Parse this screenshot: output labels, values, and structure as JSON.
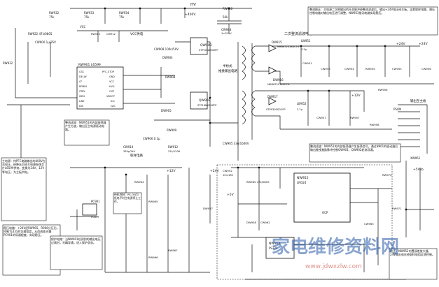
{
  "top_rail": {
    "hv": "HV",
    "plus400": "+400V",
    "r932": "RW932",
    "r932v": "75k",
    "r933": "RW933",
    "r933v": "75k",
    "r934": "RW934",
    "r934v": "75k",
    "r950": "RW950",
    "r950v": "56k",
    "cw944": "CW944",
    "cw944v": "1nF/1kV",
    "vdd": "VCC",
    "r913": "RW913",
    "cw912": "CW912",
    "vcc_line": "VCC供电",
    "cw900": "CW900 1μ/35V",
    "r922": "RW922 47k/0805",
    "r932b": "RW932"
  },
  "ic": {
    "name": "NW901 L6599",
    "pins": [
      "CSS",
      "DELAY",
      "CF",
      "RFMIN",
      "STBY",
      "ISEN",
      "LINE",
      "DIS",
      "PFC_STOP",
      "GND",
      "VCC",
      "HVG",
      "OUT",
      "VBOOT",
      "N.C",
      "LVG"
    ]
  },
  "bridge": {
    "q901": "QW901",
    "q901p": "STP10NK50ZFP",
    "q902": "QW902",
    "q902p": "STF16NK50ZFP",
    "half_label": "半桥式",
    "half_label2": "推挽输出电路",
    "dw904": "DW904",
    "dw905": "DW905",
    "r908": "RW908",
    "r909": "RW909",
    "cw908": "CW908 100n/50V",
    "cw906": "CW906 0.1μ",
    "cw905": "CW905 33n/1600V",
    "r912": "RW912",
    "r912v": "22k/1206",
    "cw914": "CW914",
    "cw914v": "330p/2kV",
    "sample": "取样电路"
  },
  "secondary": {
    "title": "二次整流滤波电路",
    "dw915": "DW915",
    "dw915p": "MBR8T20180CTG",
    "dw916": "DW916",
    "dw916p": "MBR8T20180CTG",
    "dw917": "DW917",
    "dw917p": "STPS30SSDCFP",
    "lw951": "LW951",
    "lw951v": "3.3μ",
    "lw952": "LW952",
    "lw952v": "2.2μ",
    "cw951": "CW951",
    "cw953": "CW953",
    "cw954": "CW954",
    "cw955": "CW955",
    "cw956": "CW956",
    "cw957": "CW957",
    "r955": "RW955",
    "r956": "RW956",
    "r957": "RW957",
    "r958": "RW958",
    "plus24": "+24V",
    "plus12": "+12V",
    "plus24b": "+24V",
    "out_block": "输出至主板",
    "ps_on": "PSON",
    "conn": "XW951"
  },
  "notes": {
    "n1": "整流稳压：主电源二次侧输出的开关脉冲经整流滤波后，输出+24V电压给主板。误差取样电路、稳压控制电路对输出电压进行调整，NW953推动电路实现稳压。",
    "n2": "主电源：待PFC电路输出的400V左右电压，经降压后给主电源振荡芯片L6599供电，变换为24V、12V等电压，为主板供电。",
    "n3": "整流滤波：NW951的内部振荡器产生振荡信号，通过N901的驱动器后输出推挽激励脉冲控制QW901、QW902轮流导通。",
    "n4": "稳压电路：+24V经RW965、R966分压后，控制TL431的导通程度，从而改变光耦PC901的导通程度，实现稳压。",
    "n5": "整流滤波：NW951的内部振荡器产生方波，输出至主电源驱动电路。",
    "n6": "保护电路：当NW901检测到的输出电压过高时，光耦导通，进入保护状态。",
    "n7": "稳压：NW952内置误差放大器，24V输出电压经取样电阻反馈控制。",
    "n8": "待机控制：PS-ON为低电平时主电源停止工作。"
  },
  "lower": {
    "pc901": "PC901",
    "pc901p": "PC817",
    "tl431": "TL431",
    "nw952": "NW952",
    "nw952p": "LM324",
    "nw953": "NW953",
    "nw953p": "PS224",
    "r964": "RW964",
    "r965": "RW965",
    "r966": "RW966",
    "r967": "RW967",
    "r970": "RW970",
    "r971": "RW971",
    "dw957": "DW957",
    "dw958": "DW958",
    "cw952": "CW952",
    "cw952v": "10n/16V",
    "cw962": "CW962",
    "cw963": "CW963",
    "rw960": "RW960 47k/0805",
    "plus5": "+5V",
    "plus24": "+24V",
    "plus12": "+12V",
    "plus5b": "+5Vsb",
    "ocp": "OCP"
  },
  "watermark": {
    "cn": "家电维修资料网",
    "url": "www.jdwxzlw.com"
  }
}
